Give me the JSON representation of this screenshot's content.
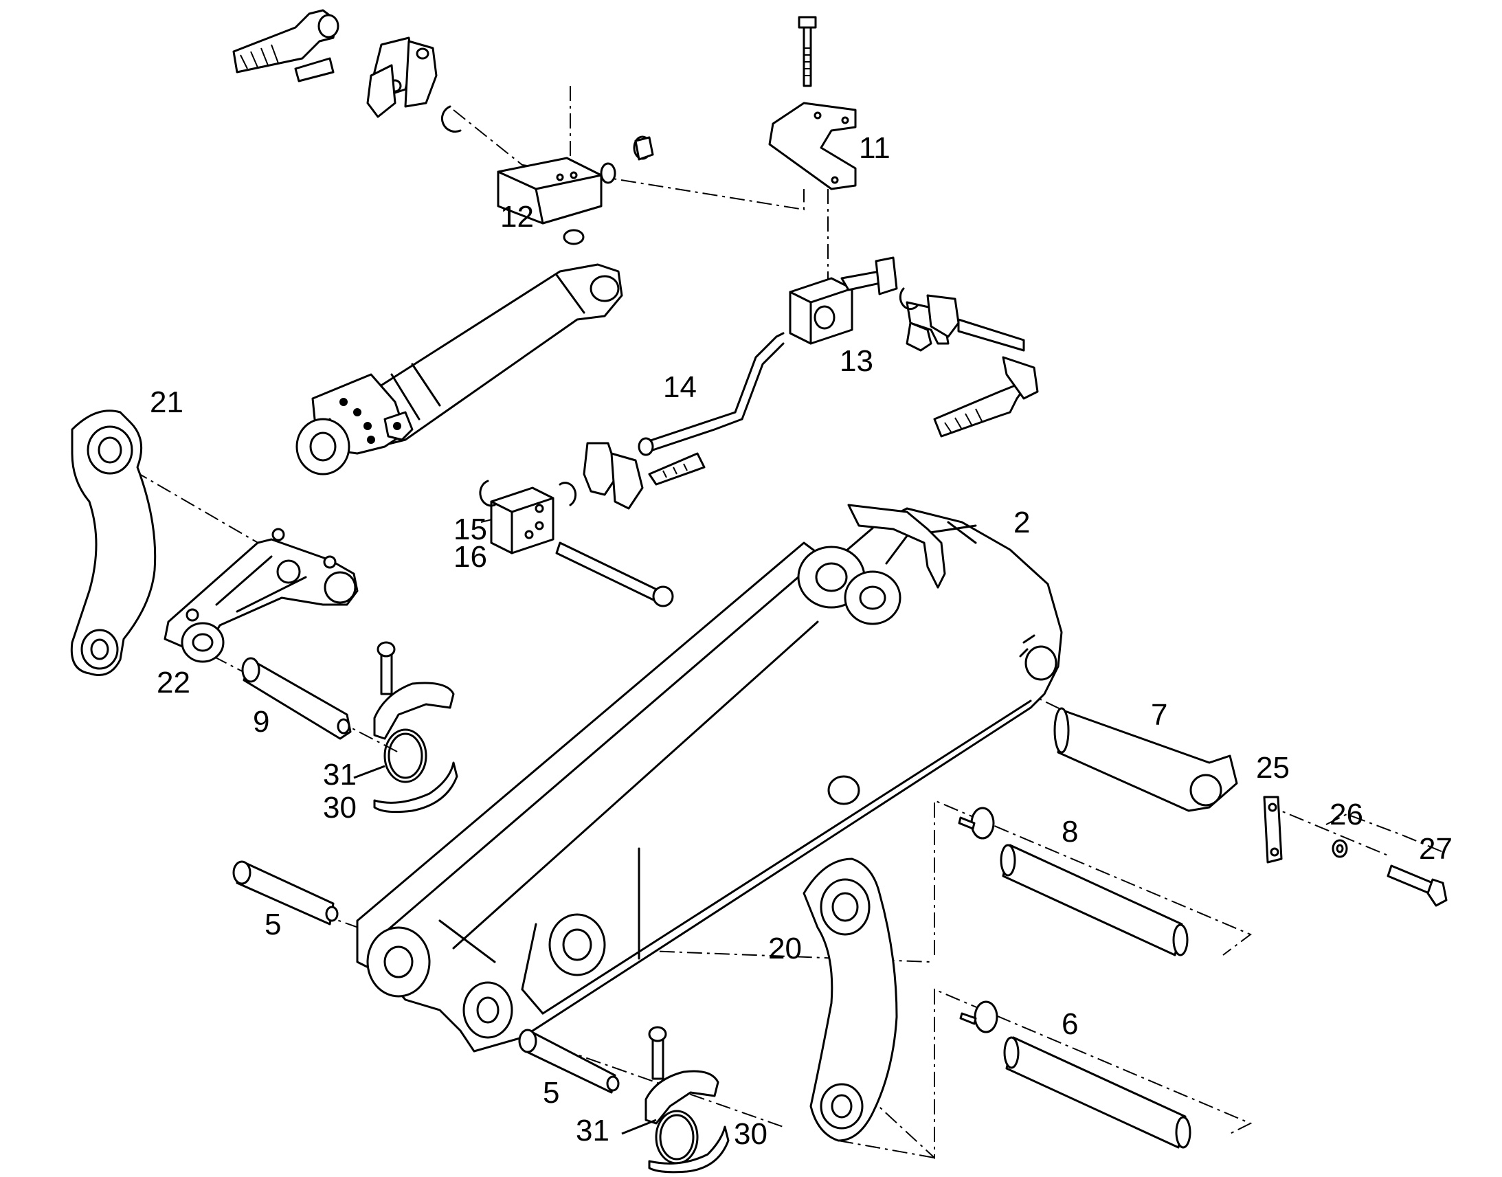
{
  "callouts": {
    "c2": "2",
    "c5a": "5",
    "c5b": "5",
    "c6": "6",
    "c7": "7",
    "c8": "8",
    "c9": "9",
    "c11": "11",
    "c12": "12",
    "c13": "13",
    "c14": "14",
    "c15": "15",
    "c16": "16",
    "c20": "20",
    "c21": "21",
    "c22": "22",
    "c25": "25",
    "c26": "26",
    "c27": "27",
    "c30a": "30",
    "c30b": "30",
    "c31a": "31",
    "c31b": "31"
  }
}
